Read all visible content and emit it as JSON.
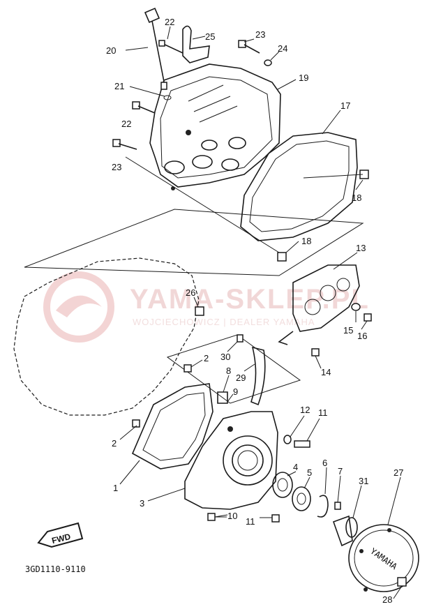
{
  "diagram_code": "3GD1110-9110",
  "fwd_label": "FWD",
  "watermark": {
    "main": "YAMA-SKLEP.PL",
    "sub": "WOJCIECHOWICZ | DEALER YAMAHA"
  },
  "cover_lettering": "YAMAHA",
  "callouts": [
    {
      "id": "c20",
      "label": "20"
    },
    {
      "id": "c22a",
      "label": "22"
    },
    {
      "id": "c25",
      "label": "25"
    },
    {
      "id": "c23a",
      "label": "23"
    },
    {
      "id": "c24",
      "label": "24"
    },
    {
      "id": "c21",
      "label": "21"
    },
    {
      "id": "c19",
      "label": "19"
    },
    {
      "id": "c17",
      "label": "17"
    },
    {
      "id": "c22b",
      "label": "22"
    },
    {
      "id": "c23b",
      "label": "23"
    },
    {
      "id": "c18a",
      "label": "18"
    },
    {
      "id": "c18b",
      "label": "18"
    },
    {
      "id": "c13",
      "label": "13"
    },
    {
      "id": "c26",
      "label": "26"
    },
    {
      "id": "c15",
      "label": "15"
    },
    {
      "id": "c16",
      "label": "16"
    },
    {
      "id": "c30",
      "label": "30"
    },
    {
      "id": "c2a",
      "label": "2"
    },
    {
      "id": "c14",
      "label": "14"
    },
    {
      "id": "c29",
      "label": "29"
    },
    {
      "id": "c8",
      "label": "8"
    },
    {
      "id": "c9",
      "label": "9"
    },
    {
      "id": "c12",
      "label": "12"
    },
    {
      "id": "c11a",
      "label": "11"
    },
    {
      "id": "c2b",
      "label": "2"
    },
    {
      "id": "c4",
      "label": "4"
    },
    {
      "id": "c5",
      "label": "5"
    },
    {
      "id": "c6",
      "label": "6"
    },
    {
      "id": "c7",
      "label": "7"
    },
    {
      "id": "c27",
      "label": "27"
    },
    {
      "id": "c31",
      "label": "31"
    },
    {
      "id": "c1",
      "label": "1"
    },
    {
      "id": "c3",
      "label": "3"
    },
    {
      "id": "c10",
      "label": "10"
    },
    {
      "id": "c11b",
      "label": "11"
    },
    {
      "id": "c28",
      "label": "28"
    }
  ]
}
